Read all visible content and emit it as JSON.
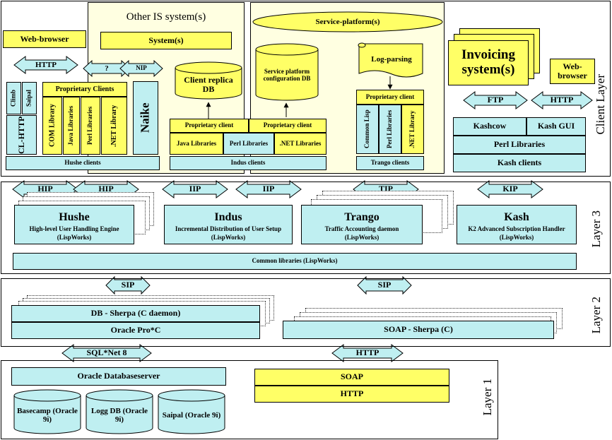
{
  "colors": {
    "cyan": "#bfeff1",
    "yellow": "#ffff66",
    "pale_yellow": "#ffffe1",
    "arrow": "#bfeff1"
  },
  "layers": {
    "client": "Client Layer",
    "layer3": "Layer 3",
    "layer2": "Layer 2",
    "layer1": "Layer 1"
  },
  "client": {
    "web_browser_left": "Web-browser",
    "http_left": "HTTP",
    "question": "?",
    "nip": "NIP",
    "other_is": "Other IS system(s)",
    "systems": "System(s)",
    "client_replica": "Client replica DB",
    "proprietary_clients": "Proprietary Clients",
    "climb": "Climb",
    "saipal": "Saipal",
    "cl_http": "CL-HTTP",
    "com_library": "COM Library",
    "java_libraries": "Java Libraries",
    "perl_libraries": "Perl Libraries",
    "net_library": ".NET Library",
    "naike": "Naike",
    "hushe_clients": "Hushe clients",
    "service_platform": "Service-platform(s)",
    "spc_db": "Service platform configuration DB",
    "log_parsing": "Log-parsing",
    "prop_client_1": "Proprietary client",
    "prop_client_2": "Proprietary client",
    "java_libs2": "Java Libraries",
    "perl_libs2": "Perl Libraries",
    "net_libs2": ".NET Libraries",
    "indus_clients": "Indus clients",
    "trango_prop": "Proprietary client",
    "common_lisp": "Common Lisp",
    "perl_lib3": "Perl Libraries",
    "net_lib3": ".NET Library",
    "trango_clients": "Trango clients",
    "invoicing": "Invoicing system(s)",
    "web_browser_right": "Web-browser",
    "ftp": "FTP",
    "http_right": "HTTP",
    "kashcow": "Kashcow",
    "kash_gui": "Kash GUI",
    "perl_libraries_kash": "Perl Libraries",
    "kash_clients": "Kash clients"
  },
  "layer3": {
    "hip1": "HIP",
    "hip2": "HIP",
    "iip1": "IIP",
    "iip2": "IIP",
    "tip": "TIP",
    "kip": "KIP",
    "hushe_title": "Hushe",
    "hushe_sub": "High-level User Handling Engine",
    "hushe_lisp": "(LispWorks)",
    "indus_title": "Indus",
    "indus_sub": "Incremental Distribution of User Setup",
    "indus_lisp": "(LispWorks)",
    "trango_title": "Trango",
    "trango_sub": "Traffic Accounting daemon",
    "trango_lisp": "(LispWorks)",
    "kash_title": "Kash",
    "kash_sub": "K2 Advanced Subscription Handler",
    "kash_lisp": "(LispWorks)",
    "common_libs": "Common libraries (LispWorks)"
  },
  "layer2": {
    "sip1": "SIP",
    "sip2": "SIP",
    "db_sherpa": "DB - Sherpa (C daemon)",
    "oracle_proc": "Oracle Pro*C",
    "soap_sherpa": "SOAP - Sherpa (C)"
  },
  "layer1": {
    "sqlnet": "SQL*Net 8",
    "http": "HTTP",
    "oracle_db": "Oracle Databaseserver",
    "basecamp": "Basecamp (Oracle 9i)",
    "logg": "Logg DB (Oracle 9i)",
    "saipal_db": "Saipal (Oracle 9i)",
    "soap": "SOAP",
    "http2": "HTTP"
  }
}
